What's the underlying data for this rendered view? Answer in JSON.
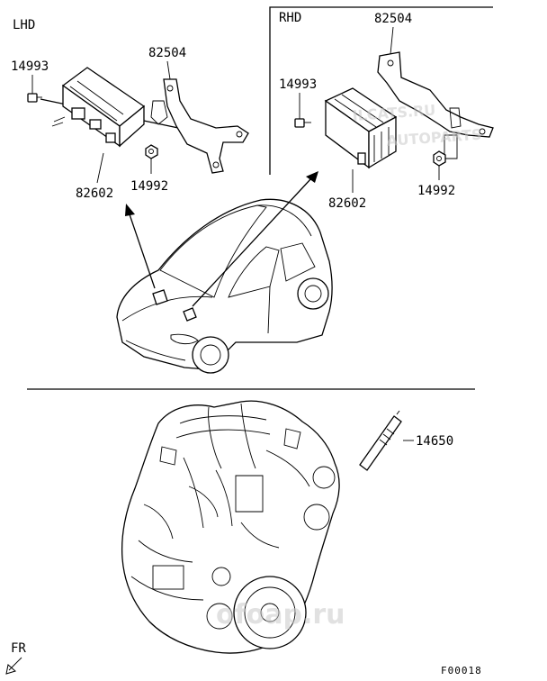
{
  "sections": {
    "lhd": {
      "title": "LHD",
      "parts": {
        "bolt": "14993",
        "bracket": "82504",
        "module": "82602",
        "nut": "14992"
      }
    },
    "rhd": {
      "title": "RHD",
      "parts": {
        "bolt": "14993",
        "bracket": "82504",
        "module": "82602",
        "nut": "14992"
      }
    }
  },
  "engine": {
    "glow_plug": "14650"
  },
  "front_marker": "FR",
  "diagram_code": "F00018",
  "watermark": {
    "main": "ILCATS.RU",
    "secondary": "AUTOPARTS",
    "logo": "ofoap.ru"
  }
}
